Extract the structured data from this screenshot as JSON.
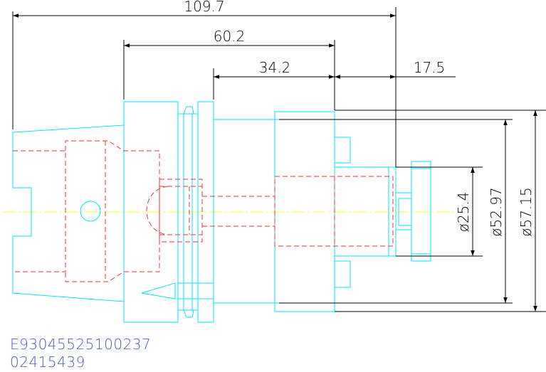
{
  "colors": {
    "outline": "#00e5ff",
    "hidden": "#ff2a2a",
    "centerline": "#ffff00",
    "dimension": "#000000",
    "code_text": "#5252d6"
  },
  "dimensions": {
    "overall_length": "109.7",
    "flange_length": "60.2",
    "body_length": "34.2",
    "projection_length": "17.5",
    "dia_small": "ø25.4",
    "dia_mid": "ø52.97",
    "dia_large": "ø57.15"
  },
  "part_numbers": {
    "line1": "E93045525100237",
    "line2": "02415439"
  }
}
